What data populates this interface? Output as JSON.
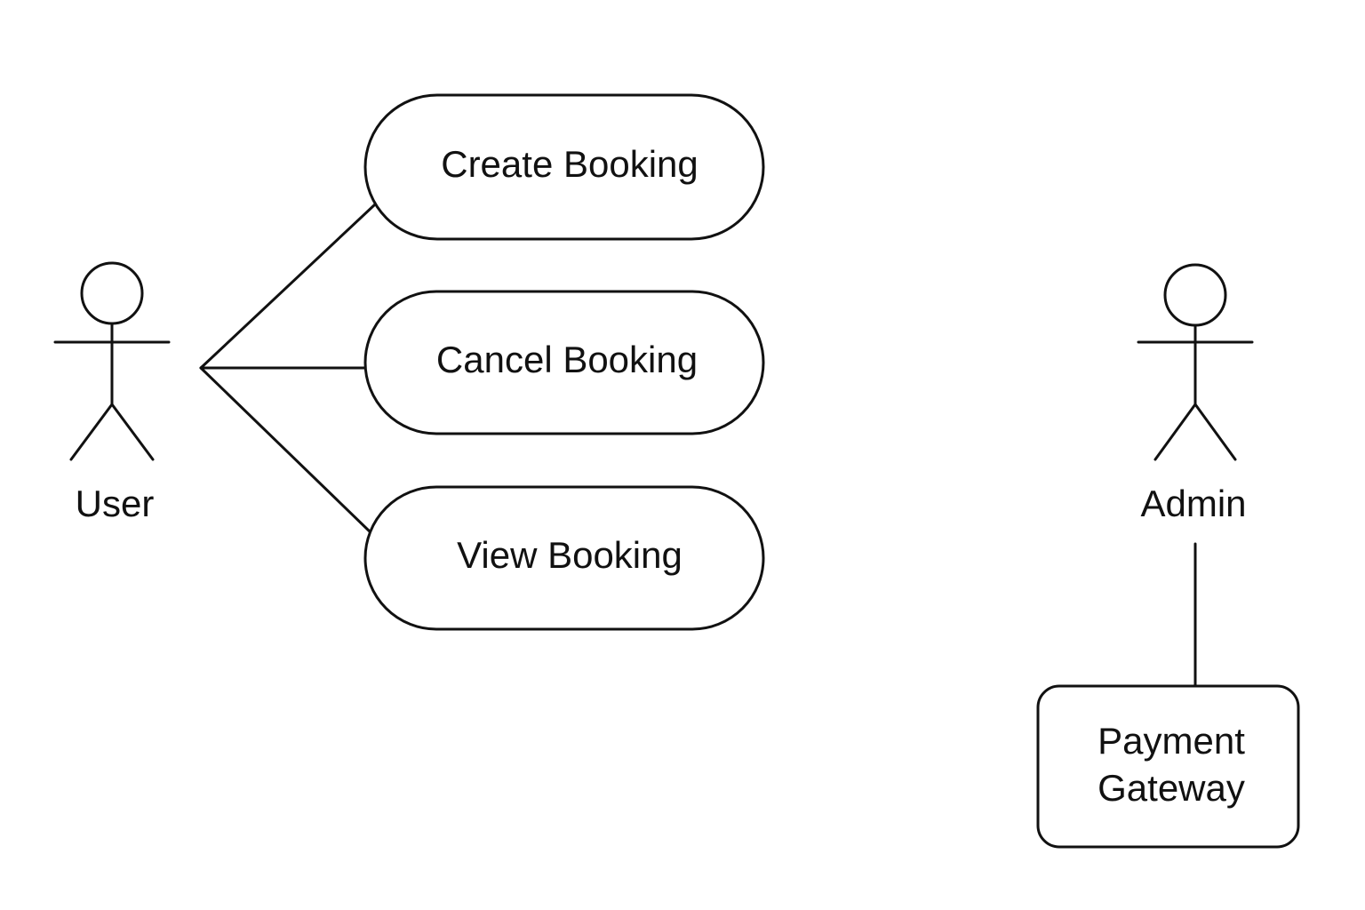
{
  "actors": {
    "user": {
      "label": "User",
      "icon": "stick-figure-icon"
    },
    "admin": {
      "label": "Admin",
      "icon": "stick-figure-icon"
    }
  },
  "use_cases": {
    "create_booking": "Create Booking",
    "cancel_booking": "Cancel Booking",
    "view_booking": "View Booking"
  },
  "systems": {
    "payment_gateway": {
      "line1": "Payment",
      "line2": "Gateway"
    }
  },
  "colors": {
    "stroke": "#111111",
    "background": "#ffffff"
  }
}
